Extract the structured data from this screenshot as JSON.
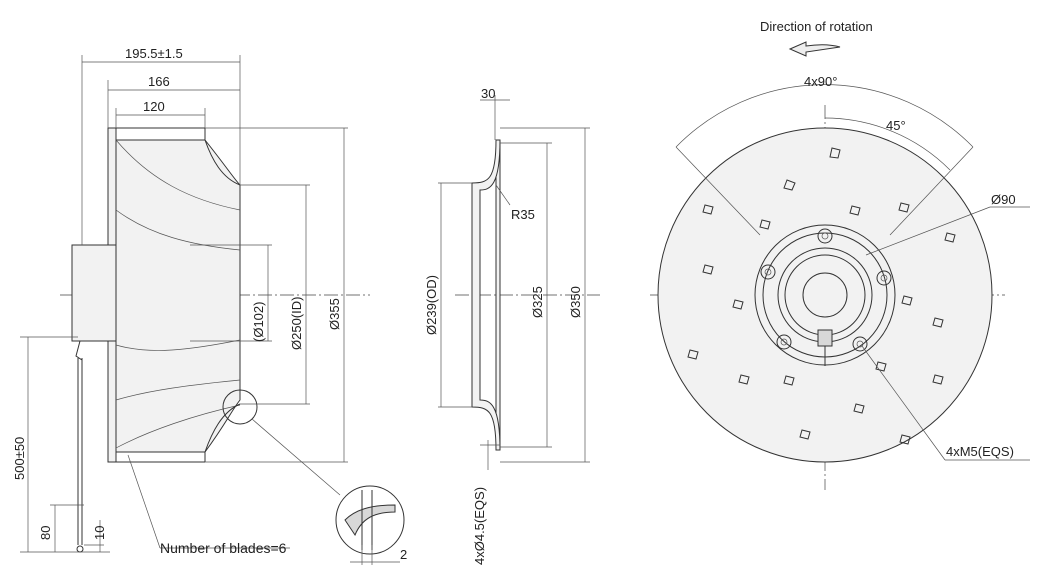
{
  "dimensions": {
    "overall_depth": "195.5±1.5",
    "depth_166": "166",
    "depth_120": "120",
    "hub_dia": "(Ø102)",
    "inlet_id": "Ø250(ID)",
    "outer_dia": "Ø355",
    "cable_length": "500±50",
    "cable_80": "80",
    "cable_10": "10",
    "ring_thickness": "30",
    "radius": "R35",
    "ring_od": "Ø239(OD)",
    "bolt_circle": "Ø325",
    "ring_dia": "Ø350",
    "holes": "4xØ4.5(EQS)",
    "detail_2": "2",
    "hub_circle": "Ø90",
    "threads": "4xM5(EQS)",
    "angle_4x90": "4x90°",
    "angle_45": "45°"
  },
  "labels": {
    "blades": "Number of blades=6",
    "rotation": "Direction of rotation"
  }
}
